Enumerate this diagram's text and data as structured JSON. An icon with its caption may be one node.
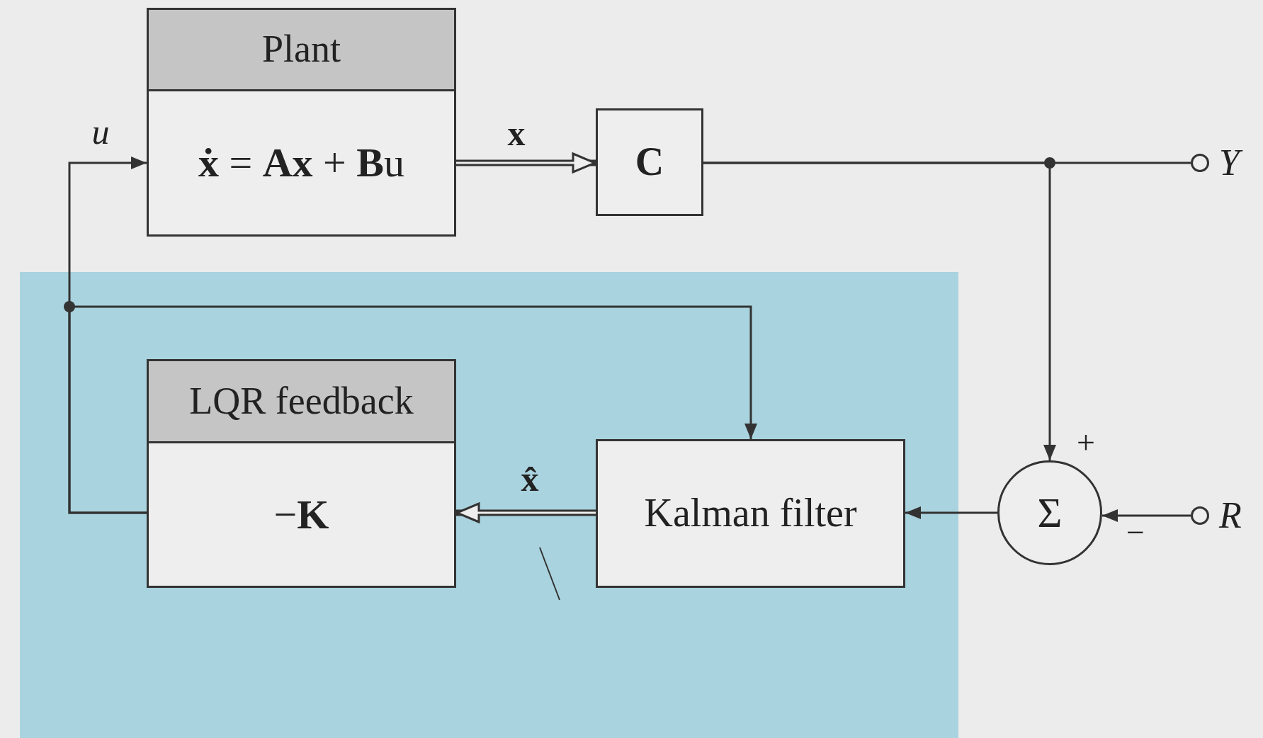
{
  "diagram": {
    "nodes": [
      {
        "text": [
          "Plant",
          "**ẋ** = **Ax** + **B**u"
        ]
      },
      {
        "text": [
          "C"
        ]
      },
      {
        "text": [],
        "shape": "box"
      },
      {
        "text": [
          "LQR feedback",
          "−**K**"
        ],
        "in": 2
      },
      {
        "text": [
          "Kalman filter"
        ],
        "in": 2
      },
      {
        "text": [
          "Σ"
        ]
      },
      {
        "text": [],
        "shape": "circle",
        "beside": [
          "Y"
        ]
      },
      {
        "text": [],
        "shape": "circle",
        "beside": [
          "R"
        ]
      }
    ],
    "edges": [
      {
        "from": 0,
        "to": 1,
        "arrow": "to",
        "style": "thick",
        "label": "x"
      },
      {
        "from": 1,
        "to": 6,
        "arrow": "none"
      },
      {
        "from": 1,
        "to": 5,
        "arrow": "to"
      },
      {
        "from": 7,
        "to": 5,
        "arrow": "to"
      },
      {
        "from": 5,
        "to": 4,
        "arrow": "to"
      },
      {
        "from": 4,
        "to": 3,
        "arrow": "to",
        "style": "thick",
        "label": "x̂"
      },
      {
        "from": 3,
        "to": 0,
        "arrow": "to",
        "label": "u"
      },
      {
        "from": 3,
        "to": 4,
        "arrow": "to"
      }
    ],
    "labels": [
      "+",
      "−"
    ]
  }
}
